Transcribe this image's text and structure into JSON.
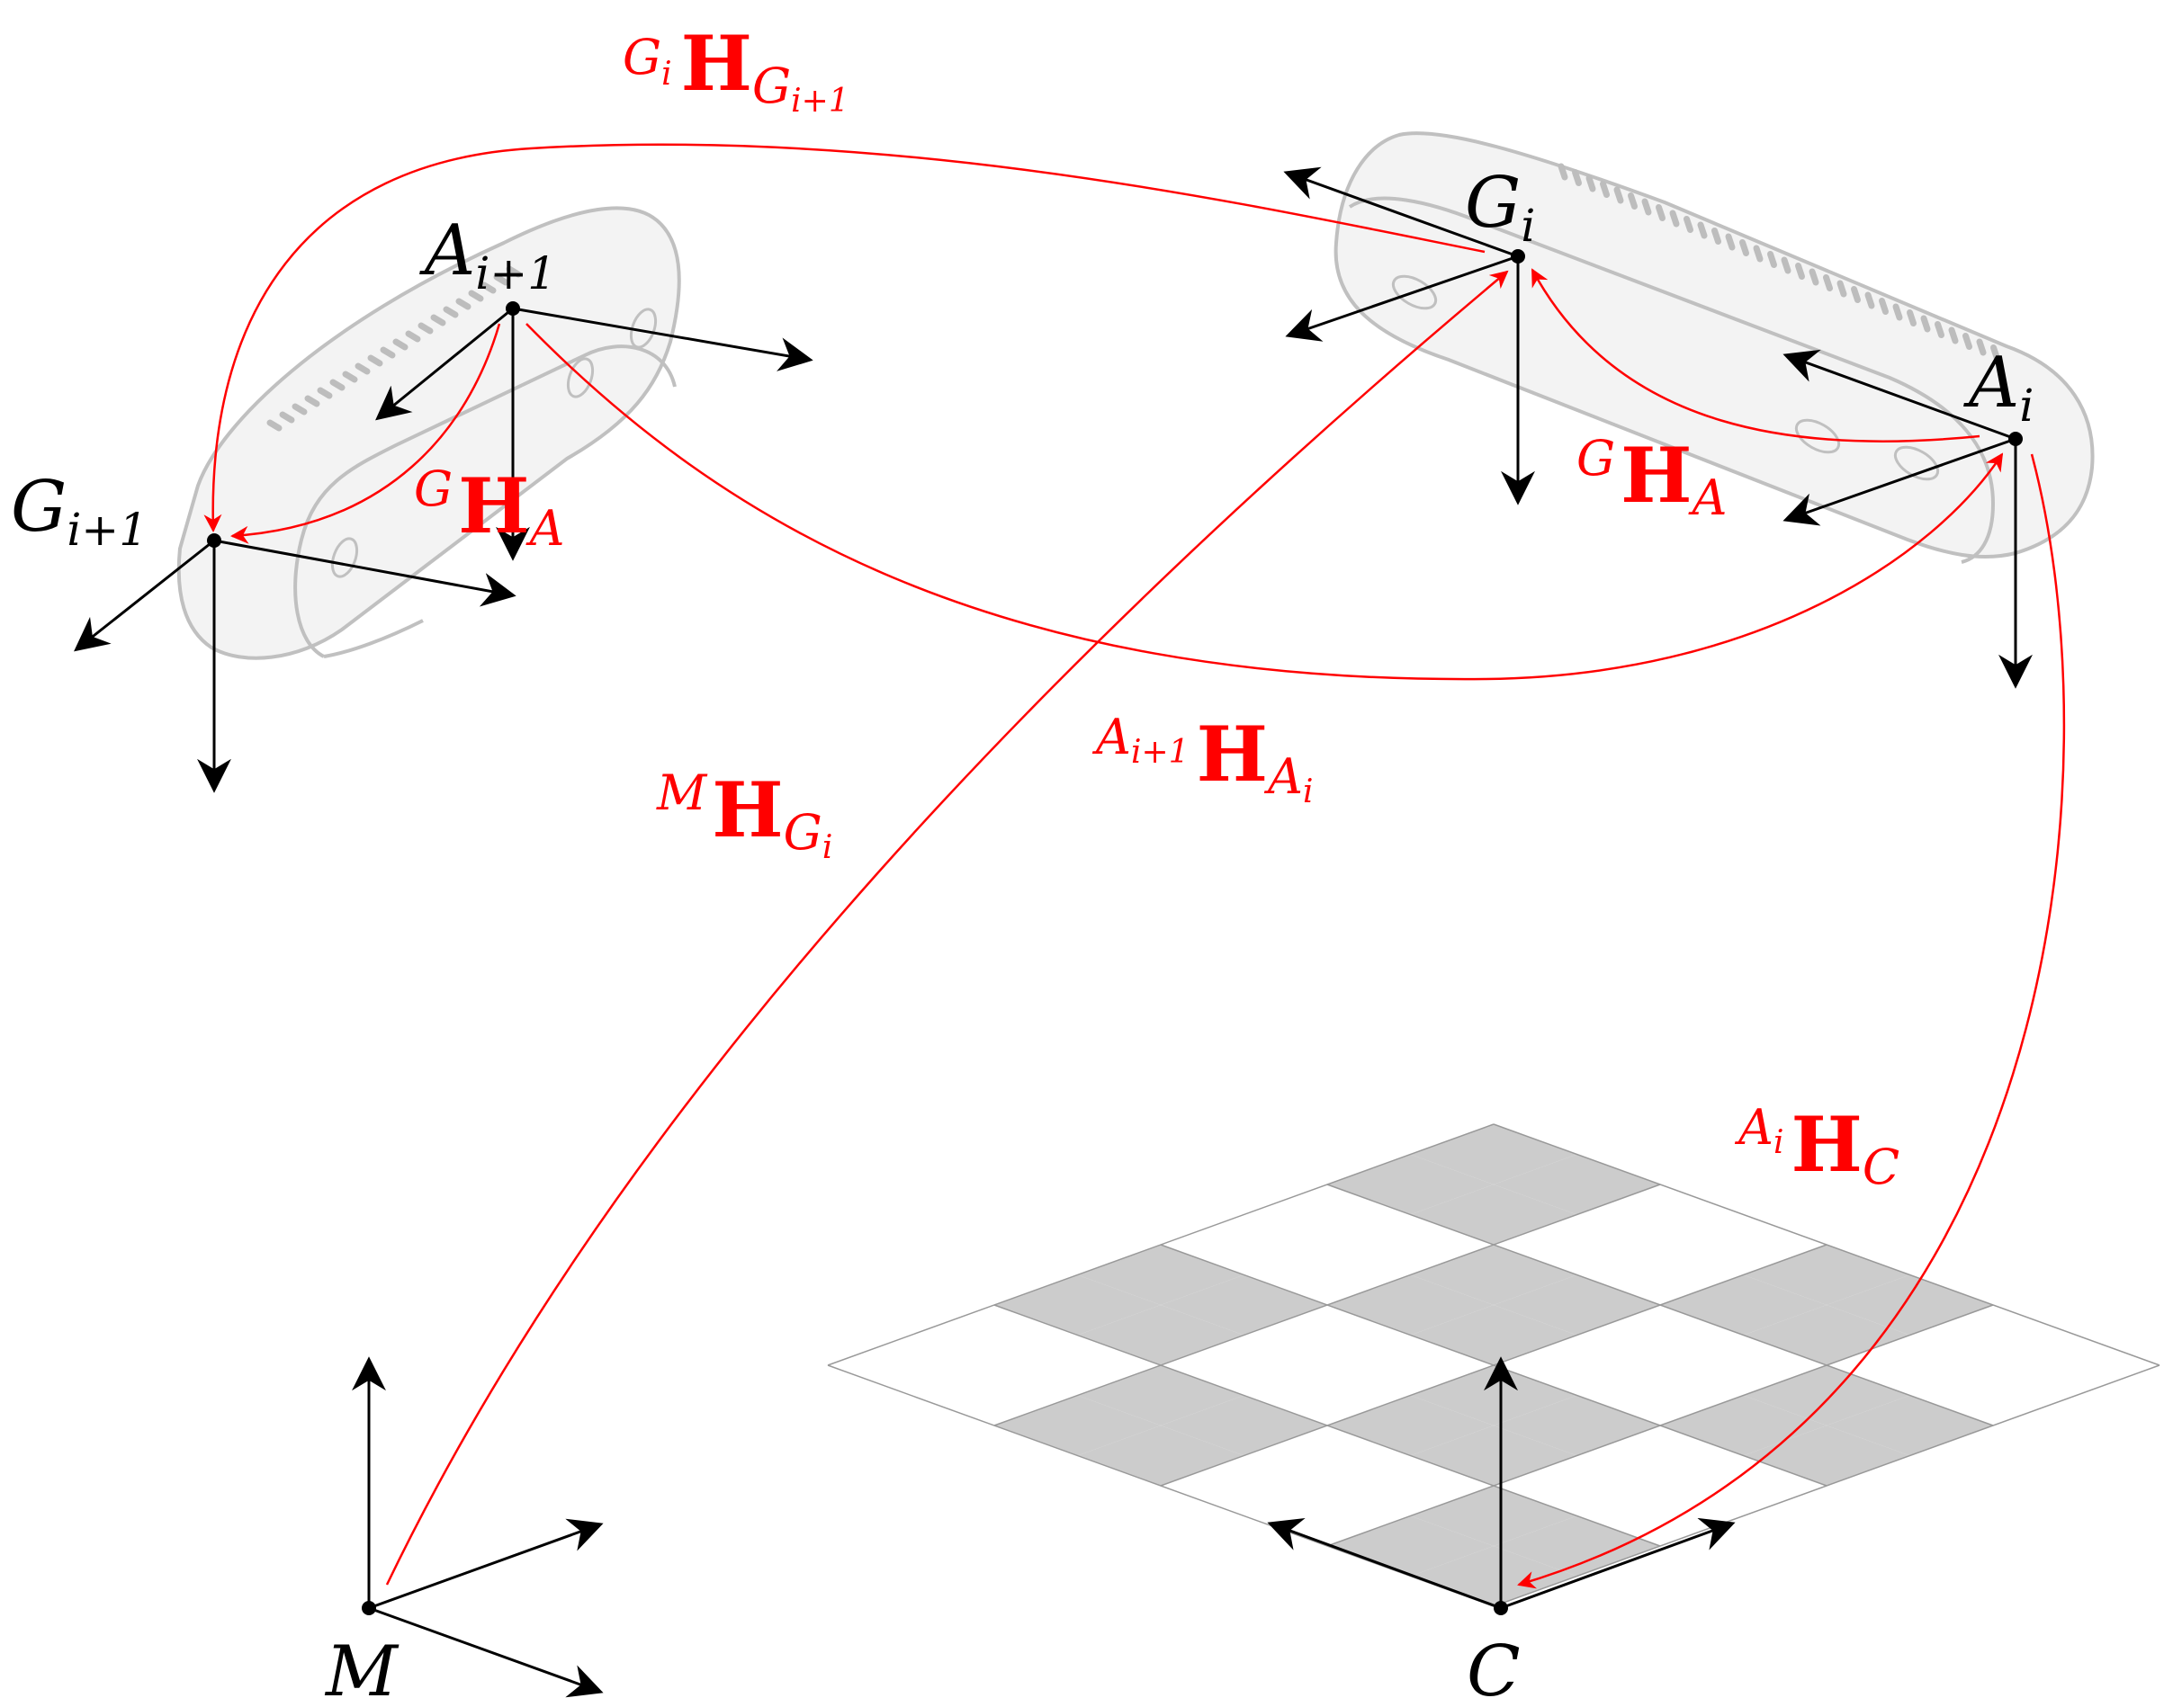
{
  "colors": {
    "transform": "#ff0000",
    "axis": "#000000",
    "device_outline": "#c0c0c0",
    "device_fill": "#f2f2f2",
    "checker_dark": "#cccccc",
    "checker_light": "#ffffff"
  },
  "frames": {
    "G_i1": {
      "base": "G",
      "sub": "i+1"
    },
    "A_i1": {
      "base": "A",
      "sub": "i+1"
    },
    "G_i": {
      "base": "G",
      "sub": "i"
    },
    "A_i": {
      "base": "A",
      "sub": "i"
    },
    "M": {
      "base": "M"
    },
    "C": {
      "base": "C"
    }
  },
  "transforms": {
    "gi_h_gi1": {
      "pre": "G",
      "pre_sub": "i",
      "main": "H",
      "sub": "G",
      "sub_sub": "i+1"
    },
    "gh_a_left": {
      "pre": "G",
      "main": "H",
      "sub": "A"
    },
    "gh_a_right": {
      "pre": "G",
      "main": "H",
      "sub": "A"
    },
    "ai1_h_ai": {
      "pre": "A",
      "pre_sub": "i+1",
      "main": "H",
      "sub": "A",
      "sub_sub": "i"
    },
    "m_h_gi": {
      "pre": "M",
      "main": "H",
      "sub": "G",
      "sub_sub": "i"
    },
    "ai_h_c": {
      "pre": "A",
      "pre_sub": "i",
      "main": "H",
      "sub": "C"
    }
  }
}
